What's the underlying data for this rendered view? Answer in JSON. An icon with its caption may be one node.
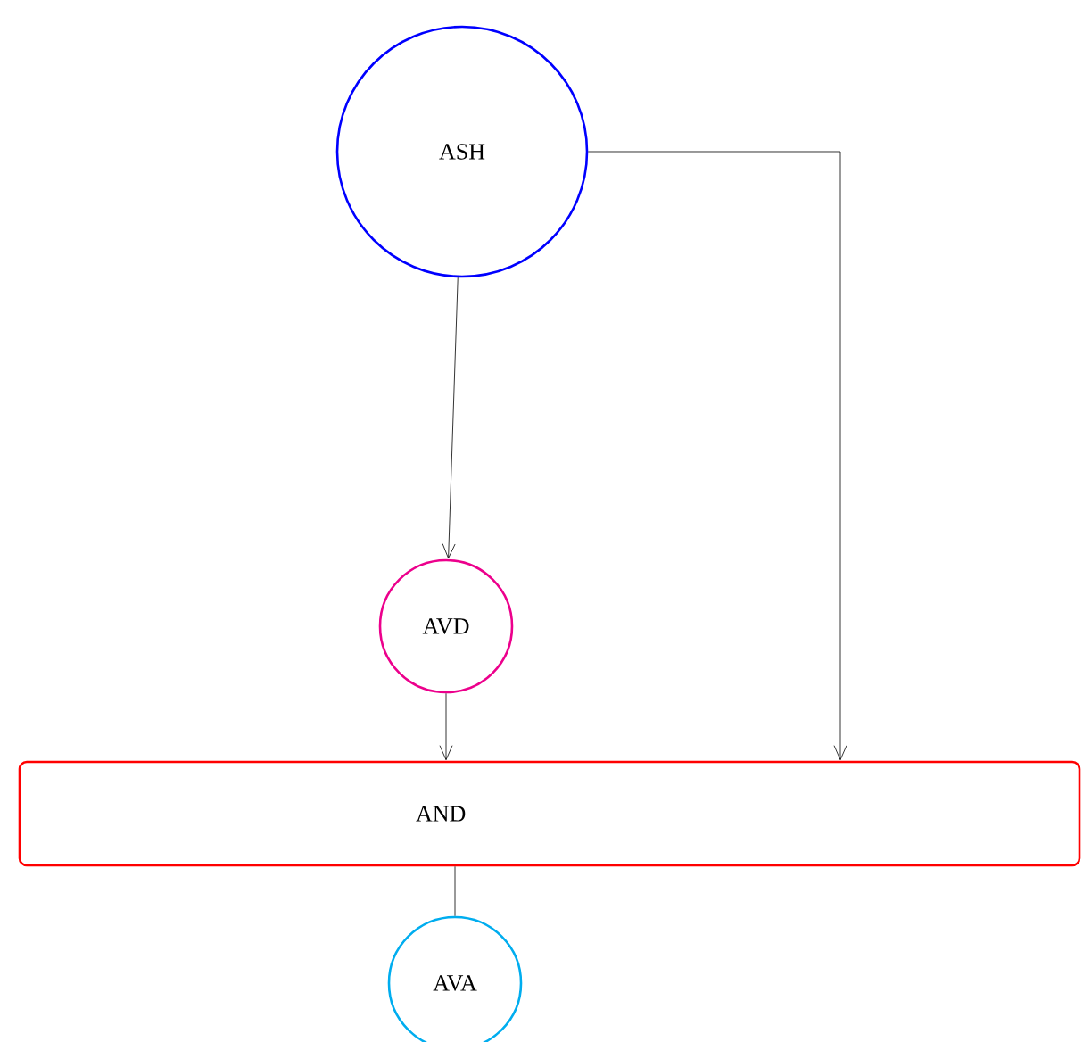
{
  "diagram": {
    "nodes": [
      {
        "text": [
          "ASH"
        ]
      },
      {
        "text": [
          "AVD"
        ]
      },
      {
        "text": [
          "AND"
        ]
      },
      {
        "text": [
          "AVA"
        ]
      }
    ],
    "edges": [
      {
        "from": 0,
        "to": 1,
        "arrow": "to"
      },
      {
        "from": 0,
        "to": 2,
        "arrow": "to"
      },
      {
        "from": 1,
        "to": 2,
        "arrow": "to"
      },
      {
        "from": 2,
        "to": 3,
        "arrow": "none"
      }
    ]
  }
}
